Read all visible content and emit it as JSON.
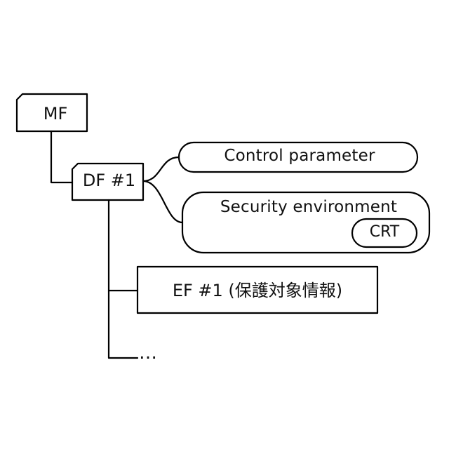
{
  "diagram": {
    "nodes": {
      "mf": "MF",
      "df1": "DF #1",
      "control_parameter": "Control parameter",
      "security_environment": "Security environment",
      "crt": "CRT",
      "ef1": "EF #1 (保護対象情報)",
      "ellipsis": "…"
    },
    "edges": [
      {
        "from": "mf",
        "to": "df1"
      },
      {
        "from": "df1",
        "to": "control_parameter"
      },
      {
        "from": "df1",
        "to": "security_environment"
      },
      {
        "from": "df1",
        "to": "ef1"
      },
      {
        "from": "df1",
        "to": "ellipsis"
      }
    ]
  }
}
